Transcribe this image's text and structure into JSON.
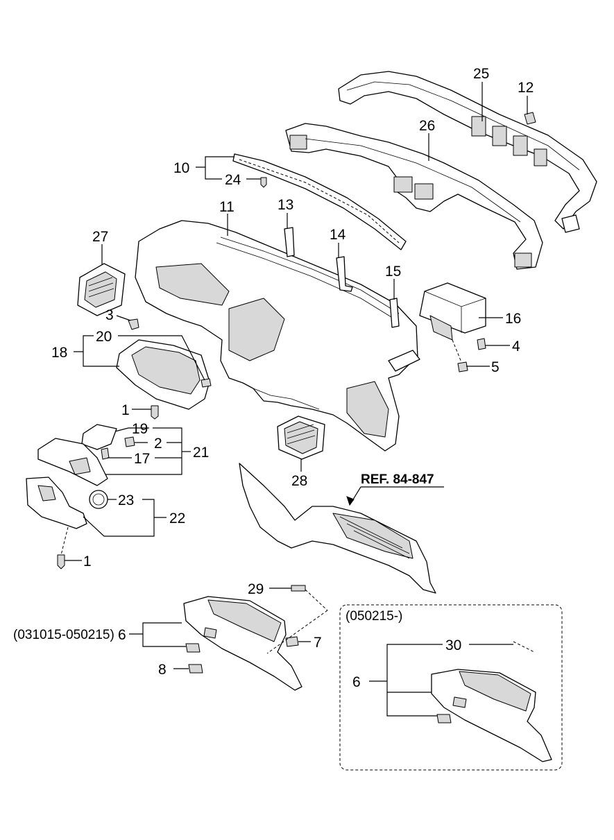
{
  "callouts": {
    "c1a": "1",
    "c1b": "1",
    "c2": "2",
    "c3": "3",
    "c4": "4",
    "c5": "5",
    "c6a": "6",
    "c6b": "6",
    "c7": "7",
    "c8": "8",
    "c10": "10",
    "c11": "11",
    "c12": "12",
    "c13": "13",
    "c14": "14",
    "c15": "15",
    "c16": "16",
    "c17": "17",
    "c18": "18",
    "c19": "19",
    "c20": "20",
    "c21": "21",
    "c22": "22",
    "c23": "23",
    "c24": "24",
    "c25": "25",
    "c26": "26",
    "c27": "27",
    "c28": "28",
    "c29": "29",
    "c30": "30"
  },
  "reference": "REF. 84-847",
  "date_range_old": "(031015-050215)",
  "date_range_new": "(050215-)"
}
